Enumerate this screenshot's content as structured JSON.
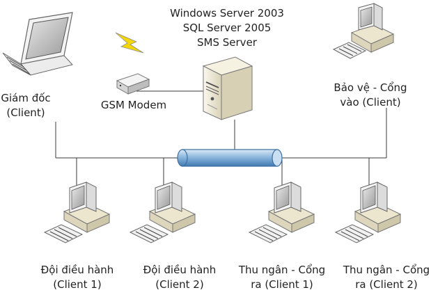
{
  "server": {
    "line1": "Windows Server 2003",
    "line2": "SQL Server 2005",
    "line3": "SMS Server"
  },
  "gsm_modem": {
    "label": "GSM Modem"
  },
  "manager": {
    "line1": "Giám đốc",
    "line2": "(Client)"
  },
  "guard_gate": {
    "line1": "Bảo vệ - Cổng",
    "line2": "vào (Client)"
  },
  "ops_client_1": {
    "line1": "Đội điều hành",
    "line2": "(Client 1)"
  },
  "ops_client_2": {
    "line1": "Đội điều hành",
    "line2": "(Client 2)"
  },
  "cashier_exit_1": {
    "line1": "Thu ngân - Cổng",
    "line2": "ra (Client 1)"
  },
  "cashier_exit_2": {
    "line1": "Thu ngân - Cổng",
    "line2": "ra (Client 2)"
  },
  "colors": {
    "link_line": "#3a3a3a",
    "bus_fill": "#8db8de",
    "bus_stroke": "#3c6fa0",
    "lightning": "#f2d60a",
    "case_beige": "#f0ead2"
  },
  "icons": [
    "server-tower-icon",
    "laptop-icon",
    "desktop-computer-icon",
    "gsm-modem-icon",
    "lightning-icon",
    "network-bus-icon"
  ]
}
